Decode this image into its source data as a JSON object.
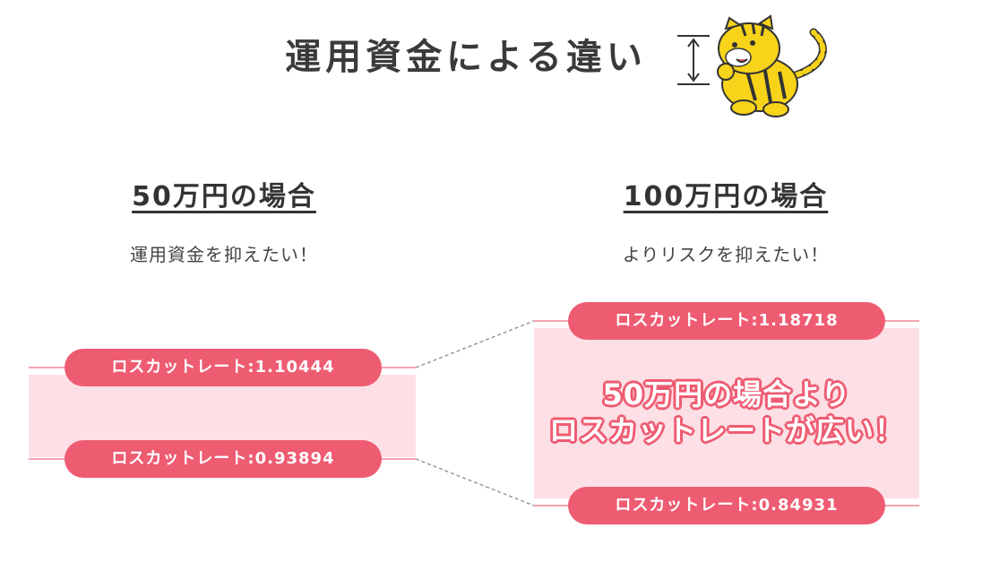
{
  "title": "運用資金による違い",
  "left": {
    "heading": "50万円の場合",
    "subtitle": "運用資金を抑えたい！",
    "upper_rate": "ロスカットレート:1.10444",
    "lower_rate": "ロスカットレート:0.93894"
  },
  "right": {
    "heading": "100万円の場合",
    "subtitle": "よりリスクを抑えたい！",
    "upper_rate": "ロスカットレート:1.18718",
    "lower_rate": "ロスカットレート:0.84931",
    "callout_line1": "50万円の場合より",
    "callout_line2": "ロスカットレートが広い！"
  },
  "mascot_icon": "tiger-mascot-icon",
  "colors": {
    "accent": "#ee5c72",
    "band": "#fde0e6",
    "line": "#f5a3b3",
    "text": "#333333",
    "tiger_yellow": "#f7d31a"
  }
}
